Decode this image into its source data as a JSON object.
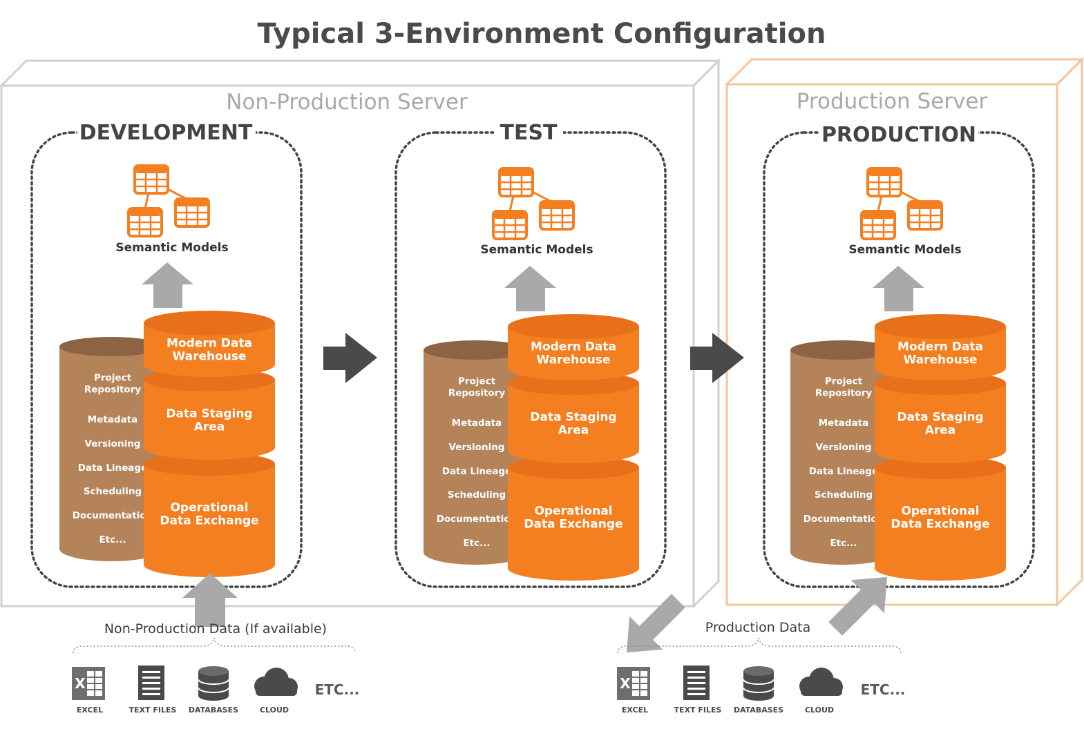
{
  "title": "Typical 3-Environment Configuration",
  "servers": {
    "non_production": "Non-Production Server",
    "production": "Production Server"
  },
  "environments": [
    {
      "name": "DEVELOPMENT",
      "semantic_label": "Semantic Models",
      "layers": [
        "Modern Data Warehouse",
        "Data Staging Area",
        "Operational Data Exchange"
      ],
      "repository_items": [
        "Project Repository",
        "Metadata",
        "Versioning",
        "Data Lineage",
        "Scheduling",
        "Documentation",
        "Etc..."
      ]
    },
    {
      "name": "TEST",
      "semantic_label": "Semantic Models",
      "layers": [
        "Modern Data Warehouse",
        "Data Staging Area",
        "Operational Data Exchange"
      ],
      "repository_items": [
        "Project Repository",
        "Metadata",
        "Versioning",
        "Data Lineage",
        "Scheduling",
        "Documentation",
        "Etc..."
      ]
    },
    {
      "name": "PRODUCTION",
      "semantic_label": "Semantic Models",
      "layers": [
        "Modern Data Warehouse",
        "Data Staging Area",
        "Operational Data Exchange"
      ],
      "repository_items": [
        "Project Repository",
        "Metadata",
        "Versioning",
        "Data Lineage",
        "Scheduling",
        "Documentation",
        "Etc..."
      ]
    }
  ],
  "data_groups": [
    {
      "label": "Non-Production Data  (If available)",
      "sources": [
        "EXCEL",
        "TEXT FILES",
        "DATABASES",
        "CLOUD"
      ],
      "etc": "ETC..."
    },
    {
      "label": "Production Data",
      "sources": [
        "EXCEL",
        "TEXT FILES",
        "DATABASES",
        "CLOUD"
      ],
      "etc": "ETC..."
    }
  ],
  "colors": {
    "orange": "#f47f20",
    "orange_dark": "#e9701a",
    "brown": "#b5835a",
    "gray_arrow": "#a9a9a9",
    "dark_arrow": "#4a4a4a",
    "server_border": "#cfcfcf",
    "production_border": "#f5c59c"
  },
  "icons": [
    "excel-icon",
    "text-file-icon",
    "database-icon",
    "cloud-icon"
  ]
}
